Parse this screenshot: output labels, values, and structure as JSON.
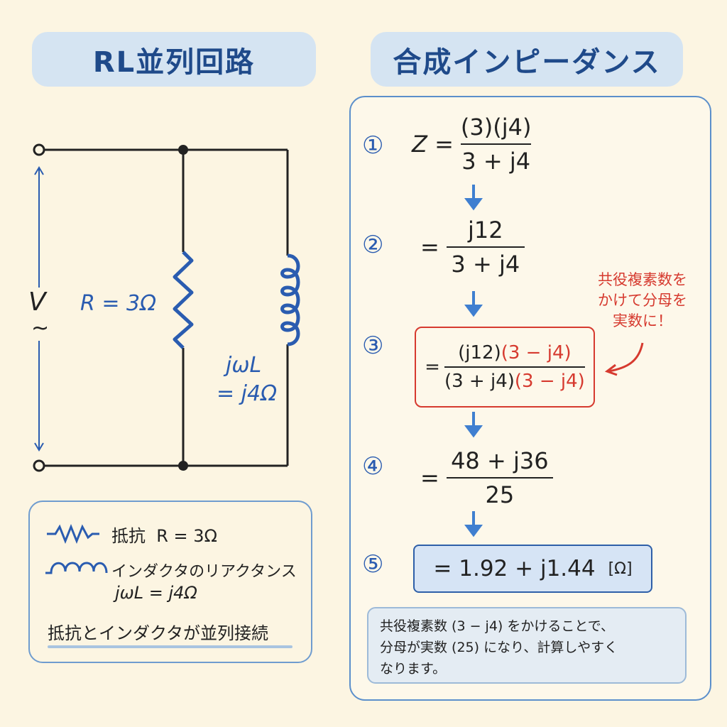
{
  "left_title": "RL並列回路",
  "right_title": "合成インピーダンス",
  "circuit": {
    "voltage_label": "V",
    "voltage_symbol": "~",
    "resistor_label": "R = 3Ω",
    "inductor_label_1": "jωL",
    "inductor_label_2": "= j4Ω"
  },
  "legend": {
    "resistor_text": "抵抗  R = 3Ω",
    "inductor_text": "インダクタのリアクタンス",
    "inductor_value": "jωL = j4Ω",
    "summary": "抵抗とインダクタが並列接続"
  },
  "steps": [
    {
      "number": "①",
      "lhs": "Z =",
      "numerator": "(3)(j4)",
      "denominator": "3 + j4"
    },
    {
      "number": "②",
      "lhs": "=",
      "numerator": "j12",
      "denominator": "3 + j4"
    },
    {
      "number": "③",
      "lhs": "=",
      "numerator_a": "(j12)",
      "numerator_b": "(3 − j4)",
      "denominator_a": "(3 + j4)",
      "denominator_b": "(3 − j4)"
    },
    {
      "number": "④",
      "lhs": "=",
      "numerator": "48 + j36",
      "denominator": "25"
    },
    {
      "number": "⑤",
      "result": "= 1.92 + j1.44",
      "unit": "[Ω]"
    }
  ],
  "side_note": [
    "共役複素数を",
    "かけて分母を",
    "実数に！"
  ],
  "bottom_note": [
    "共役複素数 (3 − j4) をかけることで、",
    "分母が実数 (25) になり、計算しやすく",
    "なります。"
  ],
  "colors": {
    "accent": "#2a5cb0",
    "highlight": "#d63a2f",
    "background": "#fcf5e2"
  }
}
